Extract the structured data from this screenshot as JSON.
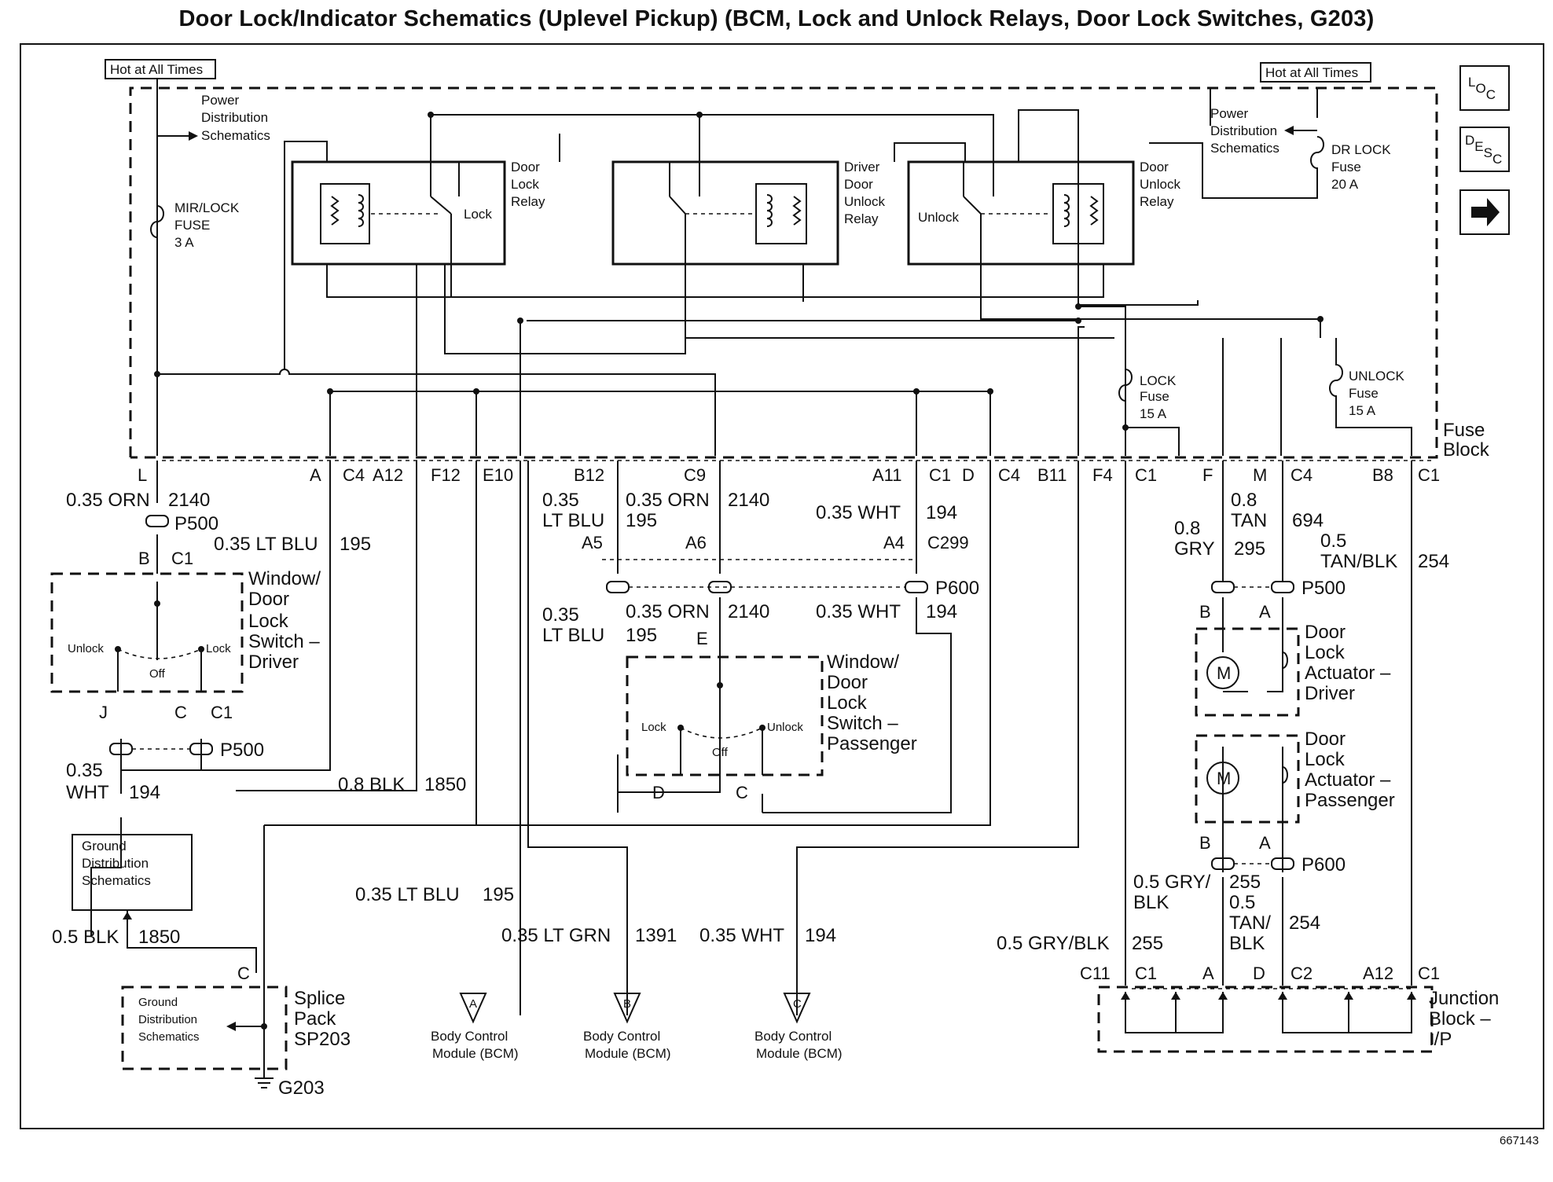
{
  "title": "Door Lock/Indicator Schematics (Uplevel Pickup) (BCM, Lock and Unlock Relays, Door Lock Switches, G203)",
  "figure_number": "667143",
  "nav": {
    "loc": [
      "L",
      "O",
      "C"
    ],
    "desc": [
      "D",
      "E",
      "S",
      "C"
    ],
    "next": "next-arrow-icon"
  },
  "fuse_block": {
    "label": "Fuse Block",
    "hot_left": "Hot at All Times",
    "hot_right": "Hot at All Times",
    "power_dist_left": "Power Distribution Schematics",
    "power_dist_right": "Power Distribution Schematics",
    "mir_lock_fuse": [
      "MIR/LOCK",
      "FUSE",
      "3 A"
    ],
    "dr_lock_fuse": [
      "DR LOCK",
      "Fuse",
      "20 A"
    ],
    "lock_fuse": [
      "LOCK",
      "Fuse",
      "15 A"
    ],
    "unlock_fuse": [
      "UNLOCK",
      "Fuse",
      "15 A"
    ],
    "relays": {
      "door_lock": [
        "Door",
        "Lock",
        "Relay"
      ],
      "driver_unlock": [
        "Driver",
        "Door",
        "Unlock",
        "Relay"
      ],
      "door_unlock": [
        "Door",
        "Unlock",
        "Relay"
      ],
      "lock_label": "Lock",
      "unlock_label": "Unlock"
    },
    "pins": [
      {
        "id": "L",
        "conn": ""
      },
      {
        "id": "A",
        "conn": "C4"
      },
      {
        "id": "A12",
        "conn": ""
      },
      {
        "id": "F12",
        "conn": ""
      },
      {
        "id": "E10",
        "conn": ""
      },
      {
        "id": "B12",
        "conn": ""
      },
      {
        "id": "C9",
        "conn": ""
      },
      {
        "id": "A11",
        "conn": "C1"
      },
      {
        "id": "D",
        "conn": "C4"
      },
      {
        "id": "B11",
        "conn": ""
      },
      {
        "id": "F4",
        "conn": "C1"
      },
      {
        "id": "F",
        "conn": ""
      },
      {
        "id": "M",
        "conn": "C4"
      },
      {
        "id": "B8",
        "conn": "C1"
      }
    ]
  },
  "wires": {
    "w_orn_2140": [
      "0.35 ORN",
      "2140"
    ],
    "w_ltblu_195_a": [
      "0.35 LT BLU",
      "195"
    ],
    "w_wht_194": [
      "0.35",
      "WHT",
      "194"
    ],
    "w_blk_1850": [
      "0.8 BLK",
      "1850"
    ],
    "w_ltblu_b12": [
      "0.35",
      "LT BLU",
      "195"
    ],
    "w_orn_c9": [
      "0.35 ORN",
      "2140"
    ],
    "w_wht_a11": [
      "0.35 WHT",
      "194"
    ],
    "w_ltblu_p600": [
      "0.35",
      "LT BLU",
      "195"
    ],
    "w_orn_p600": [
      "0.35 ORN",
      "2140"
    ],
    "w_wht_p600": [
      "0.35 WHT",
      "194"
    ],
    "w_ltblu_bcm_a": [
      "0.35 LT BLU",
      "195"
    ],
    "w_ltgrn_bcm_b": [
      "0.35 LT GRN",
      "1391"
    ],
    "w_wht_bcm_c": [
      "0.35 WHT",
      "194"
    ],
    "w_gry_295": [
      "0.8",
      "GRY",
      "295"
    ],
    "w_tan_694": [
      "0.8",
      "TAN",
      "694"
    ],
    "w_tanblk_254": [
      "0.5",
      "TAN/BLK",
      "254"
    ],
    "w_gryblk_255": [
      "0.5 GRY/",
      "BLK",
      "255"
    ],
    "w_tanblk_254b": [
      "0.5",
      "TAN/",
      "BLK",
      "254"
    ],
    "w_gryblk_255b": [
      "0.5 GRY/BLK",
      "255"
    ],
    "w_blk_1850b": [
      "0.5 BLK",
      "1850"
    ]
  },
  "connectors": {
    "p500": "P500",
    "p600": "P600",
    "c299": "C299",
    "c1": "C1",
    "pin_b": "B",
    "pin_j": "J",
    "pin_c": "C",
    "pin_a5": "A5",
    "pin_a6": "A6",
    "pin_a4": "A4",
    "pin_e": "E",
    "pin_d": "D",
    "pin_a": "A"
  },
  "switch_driver": {
    "label": [
      "Window/",
      "Door",
      "Lock",
      "Switch –",
      "Driver"
    ],
    "unlock": "Unlock",
    "lock": "Lock",
    "off": "Off"
  },
  "switch_passenger": {
    "label": [
      "Window/",
      "Door",
      "Lock",
      "Switch –",
      "Passenger"
    ],
    "unlock": "Unlock",
    "lock": "Lock",
    "off": "Off"
  },
  "actuator_driver": {
    "label": [
      "Door",
      "Lock",
      "Actuator –",
      "Driver"
    ],
    "motor": "M"
  },
  "actuator_passenger": {
    "label": [
      "Door",
      "Lock",
      "Actuator –",
      "Passenger"
    ],
    "motor": "M"
  },
  "ground_dist": [
    "Ground",
    "Distribution",
    "Schematics"
  ],
  "splice": {
    "label": [
      "Splice",
      "Pack",
      "SP203"
    ],
    "inner": [
      "Ground",
      "Distribution",
      "Schematics"
    ],
    "pin": "C"
  },
  "ground": "G203",
  "bcm": [
    {
      "letter": "A",
      "label": [
        "Body Control",
        "Module (BCM)"
      ]
    },
    {
      "letter": "B",
      "label": [
        "Body Control",
        "Module (BCM)"
      ]
    },
    {
      "letter": "C",
      "label": [
        "Body Control",
        "Module (BCM)"
      ]
    }
  ],
  "junction_block": {
    "label": [
      "Junction",
      "Block –",
      "I/P"
    ],
    "pins": [
      {
        "id": "C11",
        "conn": "C1"
      },
      {
        "id": "A",
        "conn": ""
      },
      {
        "id": "D",
        "conn": "C2"
      },
      {
        "id": "A12",
        "conn": "C1"
      }
    ]
  }
}
